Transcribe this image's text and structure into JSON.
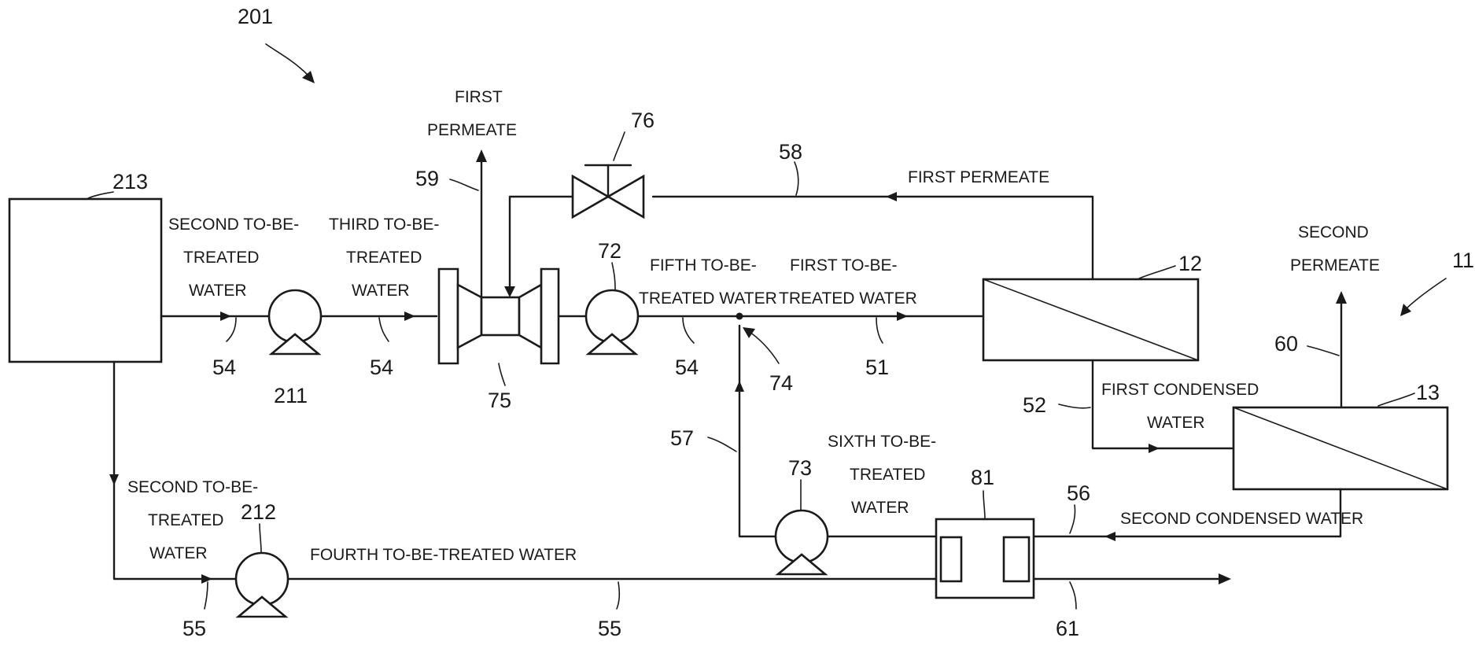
{
  "figure": {
    "ref_201": "201",
    "ref_11": "11"
  },
  "tank": {
    "ref": "213"
  },
  "units": {
    "unit_12": "12",
    "unit_13": "13",
    "mixer_75": "75",
    "exchanger_81": "81",
    "valve_76": "76",
    "junction_74": "74"
  },
  "pumps": {
    "pump_211": "211",
    "pump_212": "212",
    "pump_72": "72",
    "pump_73": "73"
  },
  "lines": {
    "line_51": "51",
    "line_52": "52",
    "line_54_a": "54",
    "line_54_b": "54",
    "line_54_c": "54",
    "line_55_a": "55",
    "line_55_b": "55",
    "line_56": "56",
    "line_57": "57",
    "line_58": "58",
    "line_59": "59",
    "line_60": "60",
    "line_61": "61"
  },
  "streams": {
    "second_to_be_treated_top": [
      "SECOND TO-BE-",
      "TREATED",
      "WATER"
    ],
    "third_to_be_treated": [
      "THIRD TO-BE-",
      "TREATED",
      "WATER"
    ],
    "first_permeate_up": [
      "FIRST",
      "PERMEATE"
    ],
    "first_permeate_return": "FIRST PERMEATE",
    "fifth_to_be_treated": [
      "FIFTH TO-BE-",
      "TREATED WATER"
    ],
    "first_to_be_treated": [
      "FIRST TO-BE-",
      "TREATED WATER"
    ],
    "second_permeate": [
      "SECOND",
      "PERMEATE"
    ],
    "first_condensed": [
      "FIRST CONDENSED",
      "WATER"
    ],
    "sixth_to_be_treated": [
      "SIXTH TO-BE-",
      "TREATED",
      "WATER"
    ],
    "second_condensed": "SECOND CONDENSED WATER",
    "second_to_be_treated_bottom": [
      "SECOND TO-BE-",
      "TREATED",
      "WATER"
    ],
    "fourth_to_be_treated": "FOURTH TO-BE-TREATED WATER"
  }
}
